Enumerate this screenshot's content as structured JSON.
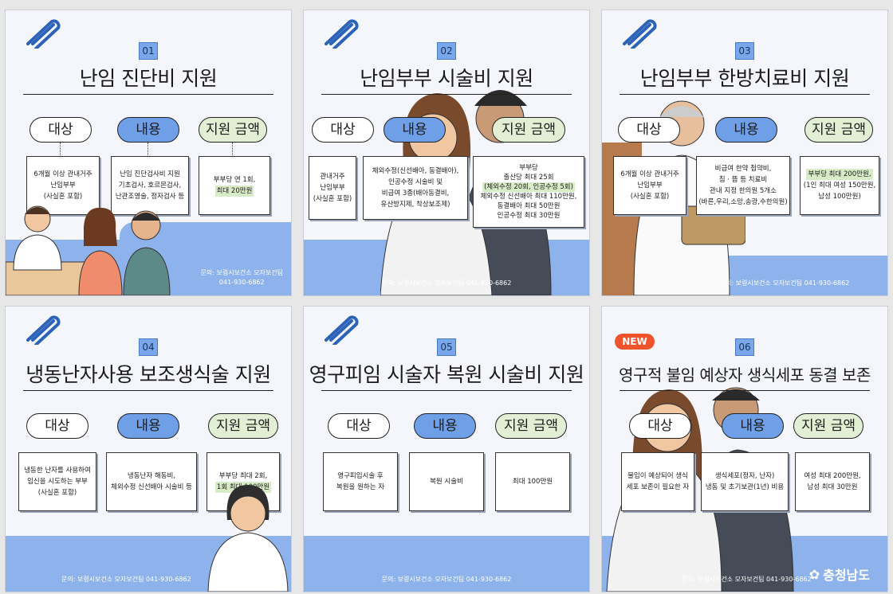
{
  "cards": [
    {
      "num": "01",
      "title": "난임 진단비 지원",
      "label_target": "대상",
      "label_content": "내용",
      "label_amount": "지원 금액",
      "target": [
        "6개월 이상 관내거주",
        "난임부부",
        "(사실혼 포함)"
      ],
      "content": [
        "난임 진단검사비 지원",
        "기초검사, 호르몬검사,",
        "난관조영술, 정자검사 등"
      ],
      "amount": [
        "부부당 연 1회,",
        "최대 20만원"
      ],
      "contact": [
        "문의: 보령시보건소 모자보건팀",
        "041-930-6862"
      ]
    },
    {
      "num": "02",
      "title": "난임부부 시술비 지원",
      "label_target": "대상",
      "label_content": "내용",
      "label_amount": "지원 금액",
      "target": [
        "관내거주",
        "난임부부",
        "(사실혼 포함)"
      ],
      "content": [
        "체외수정(신선배아, 동결배아),",
        "인공수정 시술비 및",
        "비급여 3종(배아동결비,",
        "유산방지제, 착상보조제)"
      ],
      "amount": [
        "부부당",
        "출산당 최대 25회",
        "(체외수정 20회, 인공수정 5회)",
        "체외수정 신선배아 최대 110만원,",
        "동결배아 최대 50만원",
        "인공수정 최대 30만원"
      ],
      "contact": [
        "문의: 보령시보건소 모자보건팀 041-930-6862"
      ]
    },
    {
      "num": "03",
      "title": "난임부부 한방치료비 지원",
      "label_target": "대상",
      "label_content": "내용",
      "label_amount": "지원 금액",
      "target": [
        "6개월 이상 관내거주",
        "난임부부",
        "(사실혼 포함)"
      ],
      "content": [
        "비급여 한약 첩약비,",
        "침 · 뜸 등 치료비",
        "관내 지정 한의원 5개소",
        "(바른,우리,소망,송광,수한의원)"
      ],
      "amount": [
        "부부당 최대 200만원,",
        "(1인 최대 여성 150만원,",
        "남성 100만원)"
      ],
      "contact": [
        "문의: 보령시보건소 모자보건팀 041-930-6862"
      ]
    },
    {
      "num": "04",
      "title": "냉동난자사용 보조생식술 지원",
      "label_target": "대상",
      "label_content": "내용",
      "label_amount": "지원 금액",
      "target": [
        "냉동한 난자를 사용하여",
        "임신을 시도하는 부부",
        "(사실혼 포함)"
      ],
      "content": [
        "냉동난자 해동비,",
        "체외수정 신선배아 시술비 등"
      ],
      "amount": [
        "부부당 최대 2회,",
        "1회 최대 100만원"
      ],
      "contact": [
        "문의: 보령시보건소 모자보건팀 041-930-6862"
      ]
    },
    {
      "num": "05",
      "title": "영구피임 시술자 복원 시술비 지원",
      "label_target": "대상",
      "label_content": "내용",
      "label_amount": "지원 금액",
      "target": [
        "영구피임시술 후",
        "복원을 원하는 자"
      ],
      "content": [
        "복원 시술비"
      ],
      "amount": [
        "최대 100만원"
      ],
      "contact": [
        "문의: 보령시보건소 모자보건팀 041-930-6862"
      ]
    },
    {
      "num": "06",
      "title": "영구적 불임 예상자 생식세포 동결 보존",
      "label_target": "대상",
      "label_content": "내용",
      "label_amount": "지원 금액",
      "target": [
        "불임이 예상되어 생식",
        "세포 보존이 필요한 자"
      ],
      "content": [
        "생식세포(정자, 난자)",
        "냉동 및 초기보관(1년) 비용"
      ],
      "amount": [
        "여성 최대 200만원,",
        "남성 최대 30만원"
      ],
      "contact": [
        "문의: 보령시보건소 모자보건팀 041-930-6862"
      ],
      "badge": "NEW"
    }
  ],
  "logo": "충청남도",
  "colors": {
    "accent": "#6f9fe6",
    "band": "#8db2ec",
    "green": "#e3efd4",
    "new": "#f0532c"
  }
}
